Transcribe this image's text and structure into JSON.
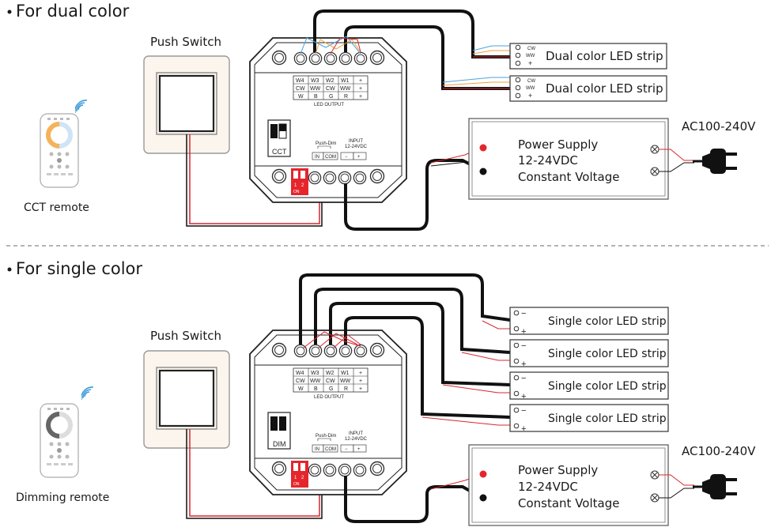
{
  "dual": {
    "heading": "For dual color",
    "push_switch_label": "Push Switch",
    "remote_label": "CCT remote",
    "switch_label": "CCT",
    "strip_labels": [
      "Dual color LED strip",
      "Dual color LED strip"
    ],
    "strip_terminals": [
      "CW",
      "WW",
      "+"
    ]
  },
  "single": {
    "heading": "For single color",
    "push_switch_label": "Push Switch",
    "remote_label": "Dimming remote",
    "switch_label": "DIM",
    "strip_labels": [
      "Single color LED strip",
      "Single color LED strip",
      "Single color LED strip",
      "Single color LED strip"
    ],
    "strip_terminals": [
      "−",
      "+"
    ]
  },
  "controller": {
    "table_rows": [
      [
        "W4",
        "W3",
        "W2",
        "W1",
        "+"
      ],
      [
        "CW",
        "WW",
        "CW",
        "WW",
        "+"
      ],
      [
        "W",
        "B",
        "G",
        "R",
        "+"
      ]
    ],
    "led_output_label": "LED OUTPUT",
    "push_dim_label": "Push-Dim",
    "in_label": "IN",
    "com_label": "COM",
    "input_label": "INPUT",
    "input_voltage": "12-24VDC",
    "minus_label": "−",
    "plus_label": "+",
    "dip_numbers": [
      "1",
      "2"
    ],
    "dip_on": "ON"
  },
  "power_supply": {
    "lines": [
      "Power Supply",
      "12-24VDC",
      "Constant Voltage"
    ],
    "ac_label": "AC100-240V"
  },
  "colors": {
    "wire_black": "#111111",
    "wire_red": "#d9272e",
    "wire_blue": "#4aa3e0",
    "wire_orange": "#f0a030",
    "dip_red": "#e4262c"
  }
}
